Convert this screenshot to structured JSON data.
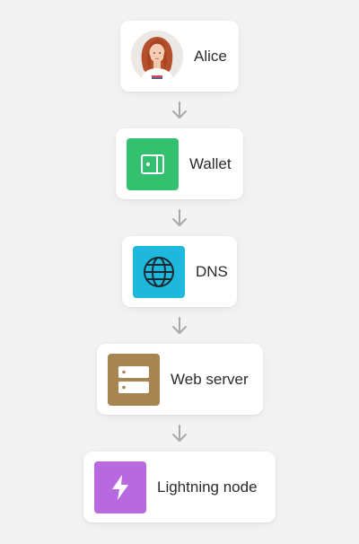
{
  "nodes": [
    {
      "id": "alice",
      "label": "Alice",
      "icon": "avatar-photo"
    },
    {
      "id": "wallet",
      "label": "Wallet",
      "icon": "wallet-icon",
      "color": "#34c16f"
    },
    {
      "id": "dns",
      "label": "DNS",
      "icon": "globe-icon",
      "color": "#1fb8dd"
    },
    {
      "id": "web-server",
      "label": "Web server",
      "icon": "server-icon",
      "color": "#a68553"
    },
    {
      "id": "lightning-node",
      "label": "Lightning node",
      "icon": "lightning-icon",
      "color": "#b869e0"
    }
  ],
  "arrow_color": "#a8a8a8"
}
